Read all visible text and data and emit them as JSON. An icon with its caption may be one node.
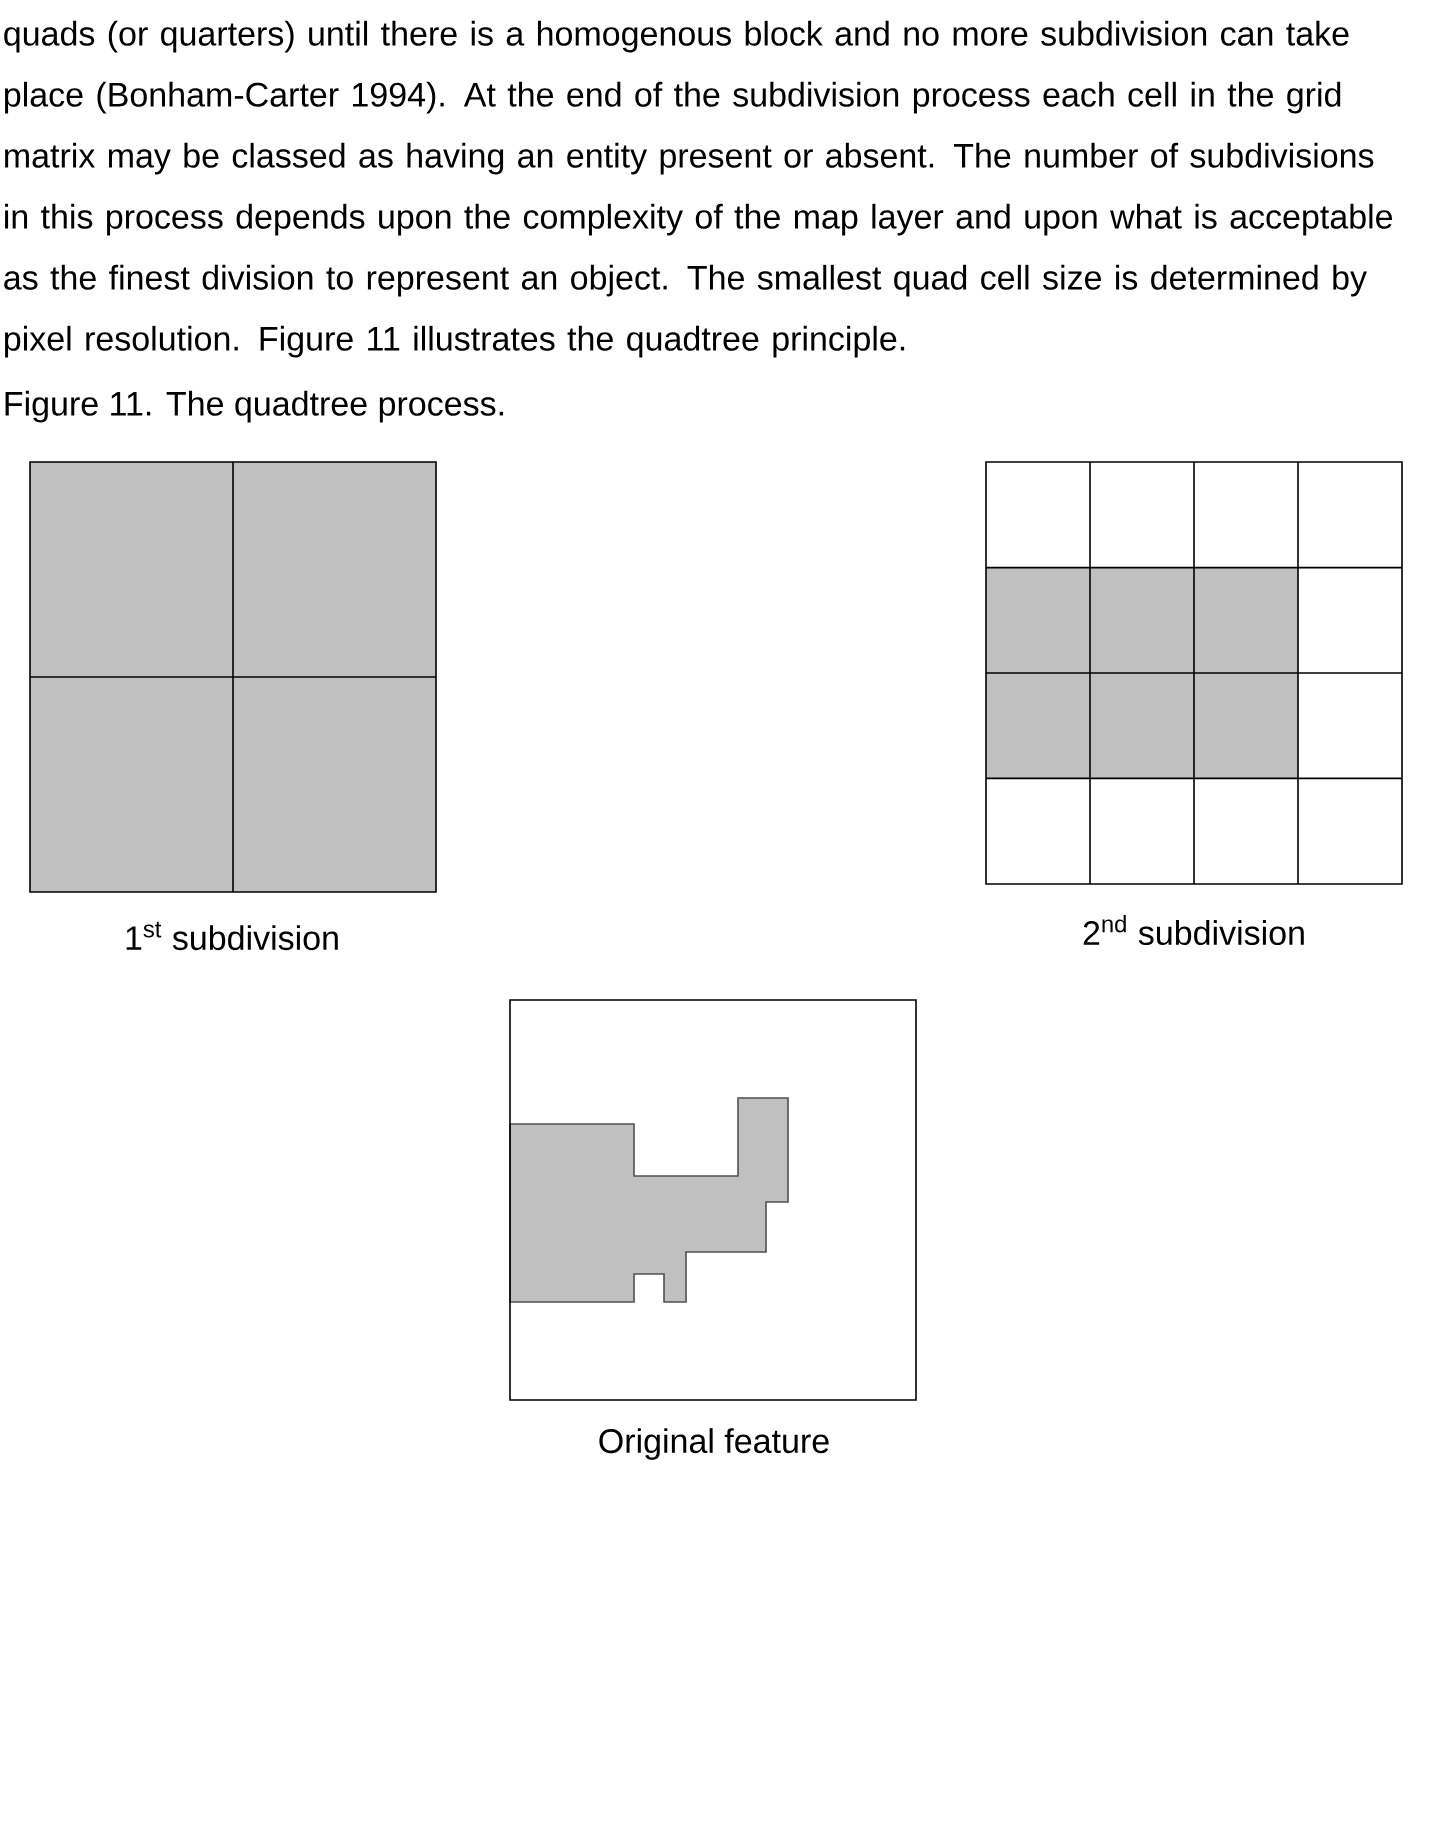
{
  "diagram": {
    "caption": "Figure 11.  The quadtree process.",
    "labels": [
      "quads (or quarters) until there is a homogenous block and no more subdivision can take place (Bonham-Carter 1994).  At the end of the subdivision process each cell in the grid matrix may be classed as having an entity present or absent.  The number of subdivisions in this process depends upon the complexity of the map layer and upon what is acceptable as the finest division to represent an object.  The smallest quad cell size is determined by pixel resolution.  Figure 11 illustrates the quadtree principle.",
      "1$^{st}$ subdivision",
      "2$^{nd}$ subdivision",
      "Original feature"
    ]
  }
}
